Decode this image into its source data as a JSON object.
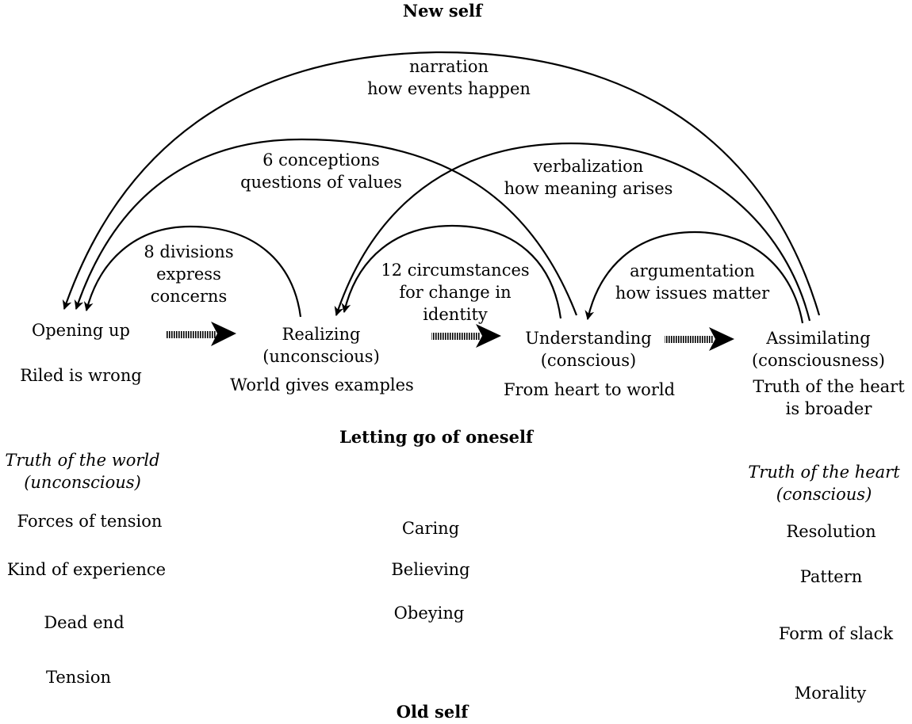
{
  "headings": {
    "new_self": "New self",
    "letting_go": "Letting go of oneself",
    "old_self": "Old self"
  },
  "stages": {
    "opening_up": {
      "name": "Opening up",
      "desc": "Riled is wrong"
    },
    "realizing": {
      "name_line1": "Realizing",
      "name_line2": "(unconscious)",
      "desc": "World gives examples"
    },
    "understanding": {
      "name_line1": "Understanding",
      "name_line2": "(conscious)",
      "desc": "From heart to world"
    },
    "assimilating": {
      "name_line1": "Assimilating",
      "name_line2": "(consciousness)",
      "desc_line1": "Truth of the heart",
      "desc_line2": "is broader"
    }
  },
  "arc_labels": {
    "narration": {
      "line1": "narration",
      "line2": "how events happen"
    },
    "conceptions": {
      "line1": "6 conceptions",
      "line2": "questions of values"
    },
    "verbalization": {
      "line1": "verbalization",
      "line2": "how meaning arises"
    },
    "divisions": {
      "line1": "8 divisions",
      "line2": "express",
      "line3": "concerns"
    },
    "circumstances": {
      "line1": "12 circumstances",
      "line2": "for change in",
      "line3": "identity"
    },
    "argumentation": {
      "line1": "argumentation",
      "line2": "how issues matter"
    }
  },
  "columns": {
    "left": {
      "title_line1": "Truth of the world",
      "title_line2": "(unconscious)",
      "items": [
        "Forces of tension",
        "Kind of experience",
        "Dead end",
        "Tension"
      ]
    },
    "middle": {
      "items": [
        "Caring",
        "Believing",
        "Obeying"
      ]
    },
    "right": {
      "title_line1": "Truth of the heart",
      "title_line2": "(conscious)",
      "items": [
        "Resolution",
        "Pattern",
        "Form of slack",
        "Morality"
      ]
    }
  }
}
